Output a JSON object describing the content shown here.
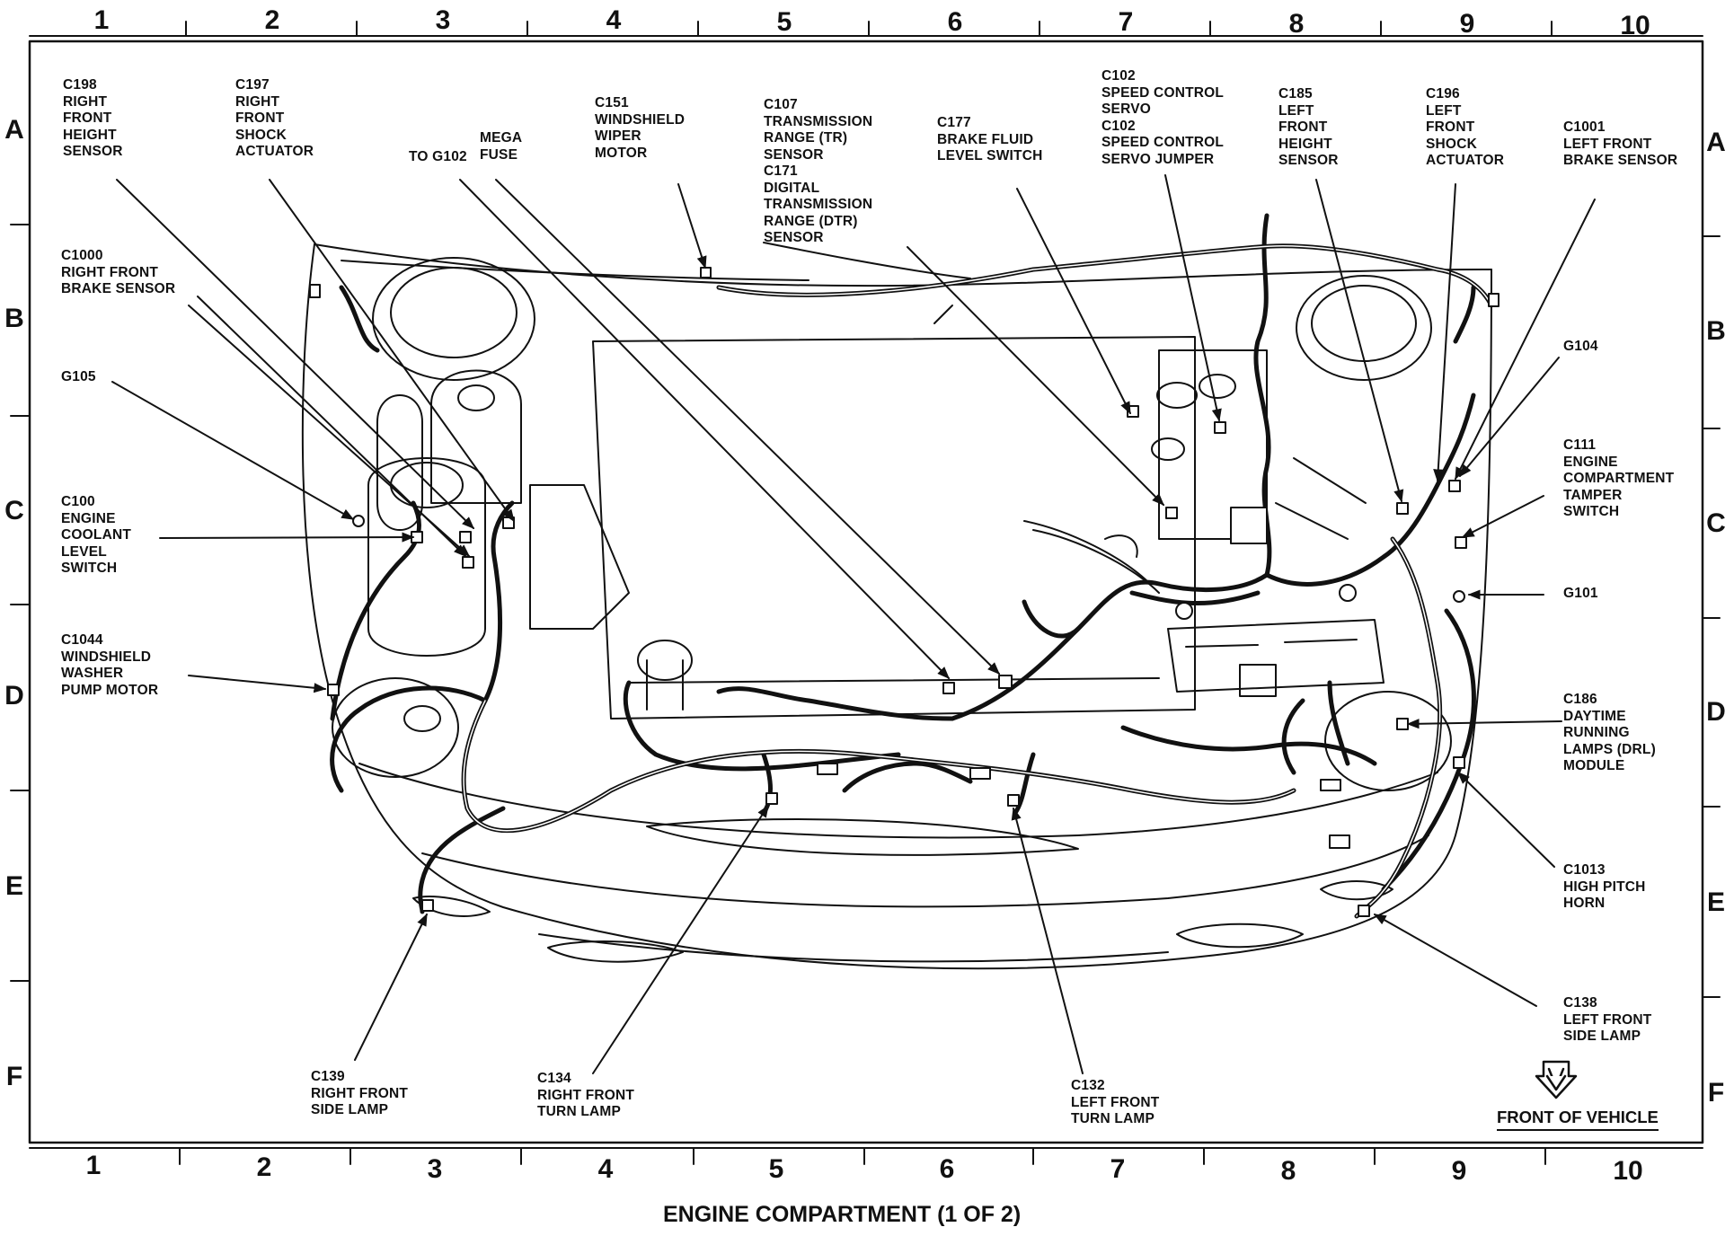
{
  "title": "ENGINE COMPARTMENT (1 OF  2)",
  "grid": {
    "columns": [
      "1",
      "2",
      "3",
      "4",
      "5",
      "6",
      "7",
      "8",
      "9",
      "10"
    ],
    "rows": [
      "A",
      "B",
      "C",
      "D",
      "E",
      "F"
    ]
  },
  "front_label": "FRONT OF VEHICLE",
  "callouts": {
    "c198": "C198\nRIGHT\nFRONT\nHEIGHT\nSENSOR",
    "c197": "C197\nRIGHT\nFRONT\nSHOCK\nACTUATOR",
    "to_g102": "TO G102",
    "mega_fuse": "MEGA\nFUSE",
    "c151": "C151\nWINDSHIELD\nWIPER\nMOTOR",
    "c107": "C107\nTRANSMISSION\nRANGE (TR)\nSENSOR\nC171\nDIGITAL\nTRANSMISSION\nRANGE (DTR)\nSENSOR",
    "c177": "C177\nBRAKE FLUID\nLEVEL SWITCH",
    "c102": "C102\nSPEED CONTROL\nSERVO\nC102\nSPEED CONTROL\nSERVO JUMPER",
    "c185": "C185\nLEFT\nFRONT\nHEIGHT\nSENSOR",
    "c196": "C196\nLEFT\nFRONT\nSHOCK\nACTUATOR",
    "c1001": "C1001\nLEFT FRONT\nBRAKE SENSOR",
    "c1000": "C1000\nRIGHT FRONT\nBRAKE SENSOR",
    "g105": "G105",
    "g104": "G104",
    "c100": "C100\nENGINE\nCOOLANT\nLEVEL\nSWITCH",
    "c111": "C111\nENGINE\nCOMPARTMENT\nTAMPER\nSWITCH",
    "g101": "G101",
    "c1044": "C1044\nWINDSHIELD\nWASHER\nPUMP MOTOR",
    "c186": "C186\nDAYTIME\nRUNNING\nLAMPS (DRL)\nMODULE",
    "c1013": "C1013\nHIGH PITCH\nHORN",
    "c138": "C138\nLEFT FRONT\nSIDE LAMP",
    "c139": "C139\nRIGHT FRONT\nSIDE LAMP",
    "c134": "C134\nRIGHT FRONT\nTURN LAMP",
    "c132": "C132\nLEFT FRONT\nTURN LAMP"
  },
  "colors": {
    "ink": "#111111",
    "paper": "#ffffff"
  },
  "icons": [
    "front-arrow-icon",
    "connector-icon",
    "ground-icon"
  ]
}
